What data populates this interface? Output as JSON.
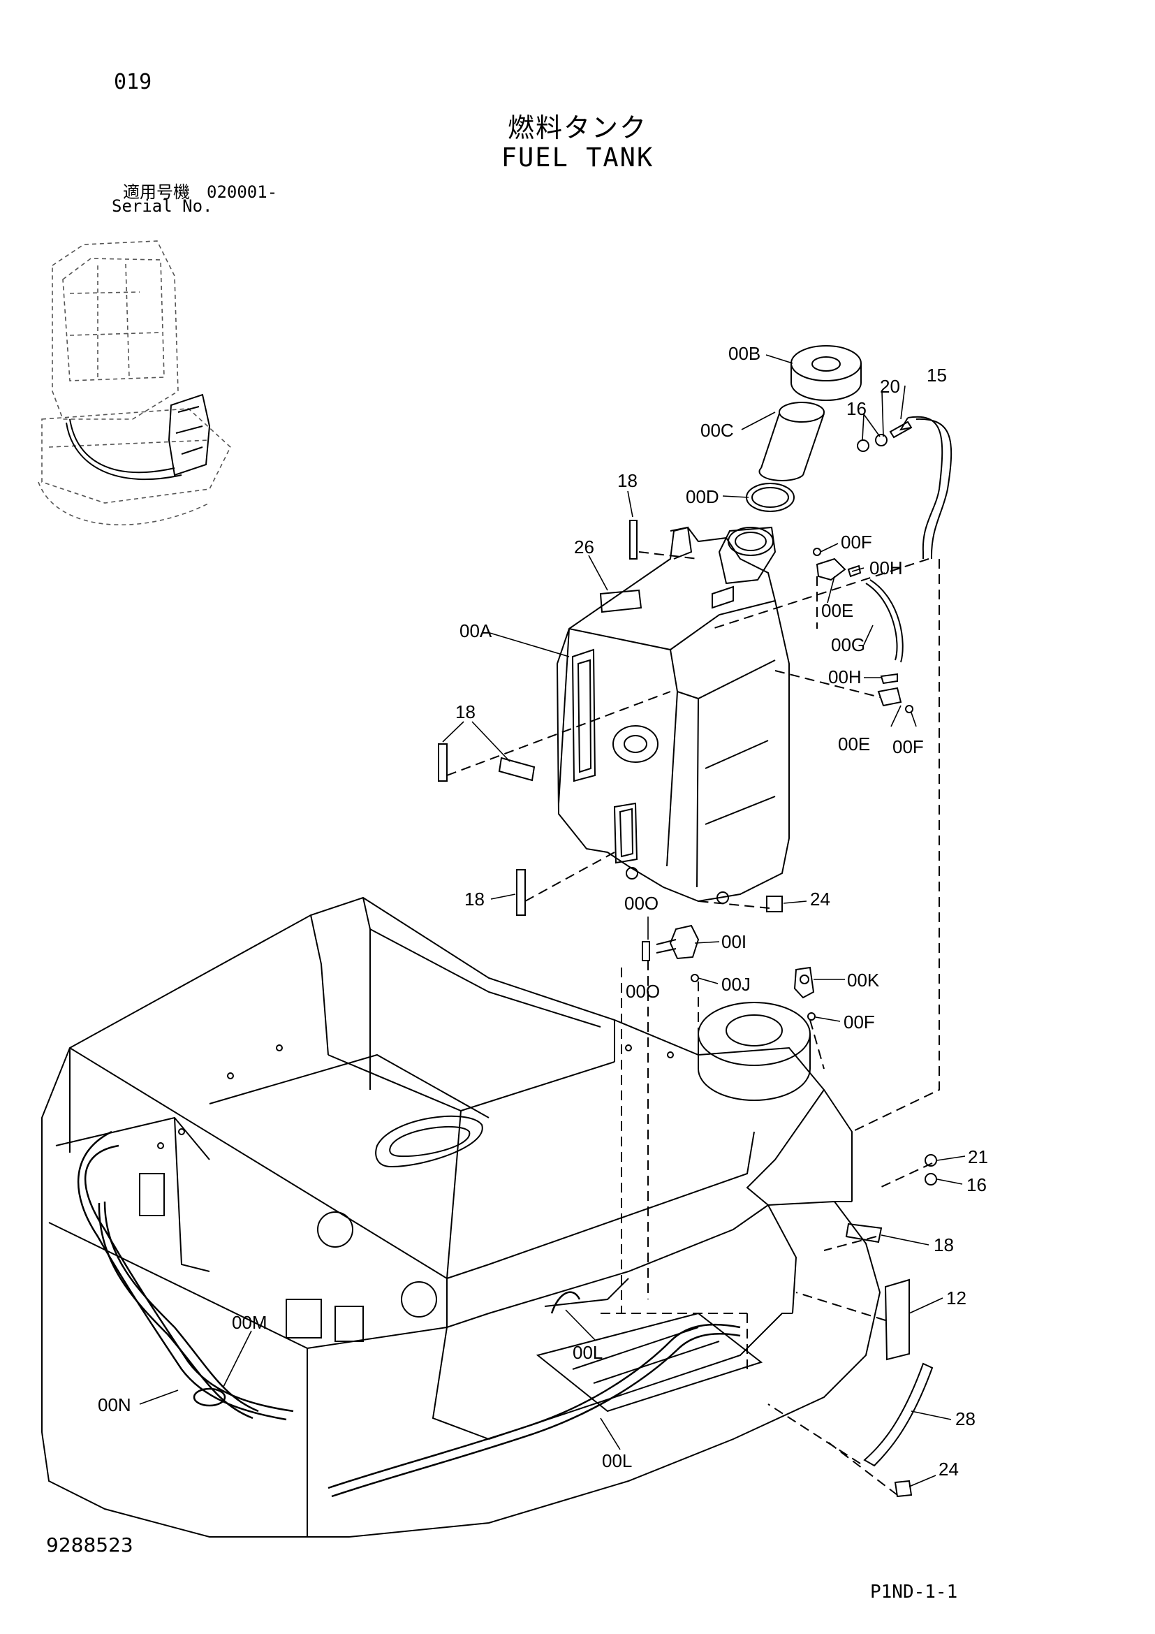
{
  "header": {
    "page_number": "019",
    "title_jp": "燃料タンク",
    "title_en": "FUEL TANK",
    "serial_jp": "適用号機　020001-",
    "serial_en": "Serial No."
  },
  "footer": {
    "doc_number": "9288523",
    "page_code": "P1ND-1-1"
  },
  "callouts": {
    "c00B": "00B",
    "c20": "20",
    "c15": "15",
    "c16a": "16",
    "c00C": "00C",
    "c18a": "18",
    "c00D": "00D",
    "c26": "26",
    "c00F1": "00F",
    "c00H1": "00H",
    "c00E1": "00E",
    "c00A": "00A",
    "c00G": "00G",
    "c00H2": "00H",
    "c18b": "18",
    "c00E2": "00E",
    "c00F2": "00F",
    "c18c": "18",
    "c00O1": "00O",
    "c24a": "24",
    "c00I": "00I",
    "c00O2": "00O",
    "c00J": "00J",
    "c00K": "00K",
    "c00F3": "00F",
    "c21": "21",
    "c16b": "16",
    "c18d": "18",
    "c12": "12",
    "c00M": "00M",
    "c00L1": "00L",
    "c28": "28",
    "c00N": "00N",
    "c00L2": "00L",
    "c24b": "24"
  }
}
